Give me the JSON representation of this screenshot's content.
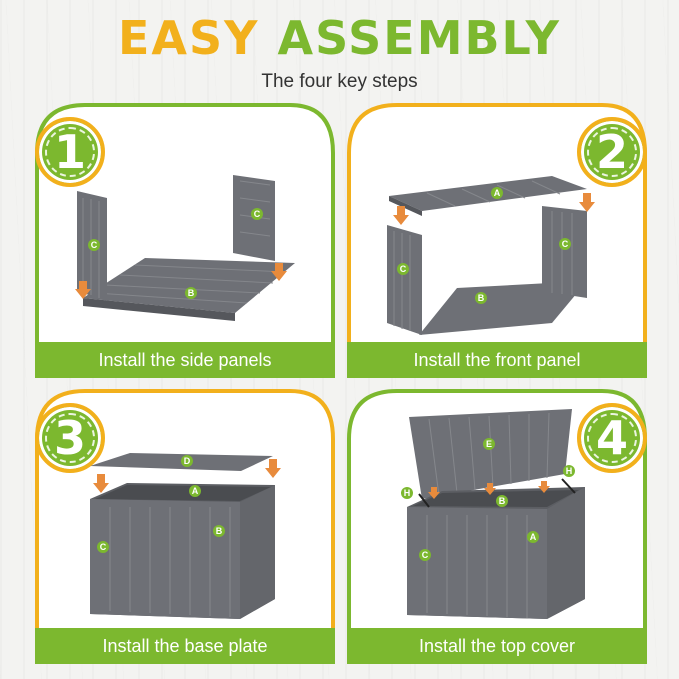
{
  "header": {
    "title_word1": "EASY",
    "title_word2": "ASSEMBLY",
    "subtitle": "The four key steps"
  },
  "steps": [
    {
      "number": "1",
      "caption": "Install the side panels"
    },
    {
      "number": "2",
      "caption": "Install the front panel"
    },
    {
      "number": "3",
      "caption": "Install the base plate"
    },
    {
      "number": "4",
      "caption": "Install the top cover"
    }
  ],
  "part_labels": {
    "a": "A",
    "b": "B",
    "c": "C",
    "d": "D",
    "e": "E",
    "h": "H"
  },
  "colors": {
    "accent_yellow": "#f2b01c",
    "accent_green": "#7cb82f",
    "panel_gray": "#6e7076"
  }
}
